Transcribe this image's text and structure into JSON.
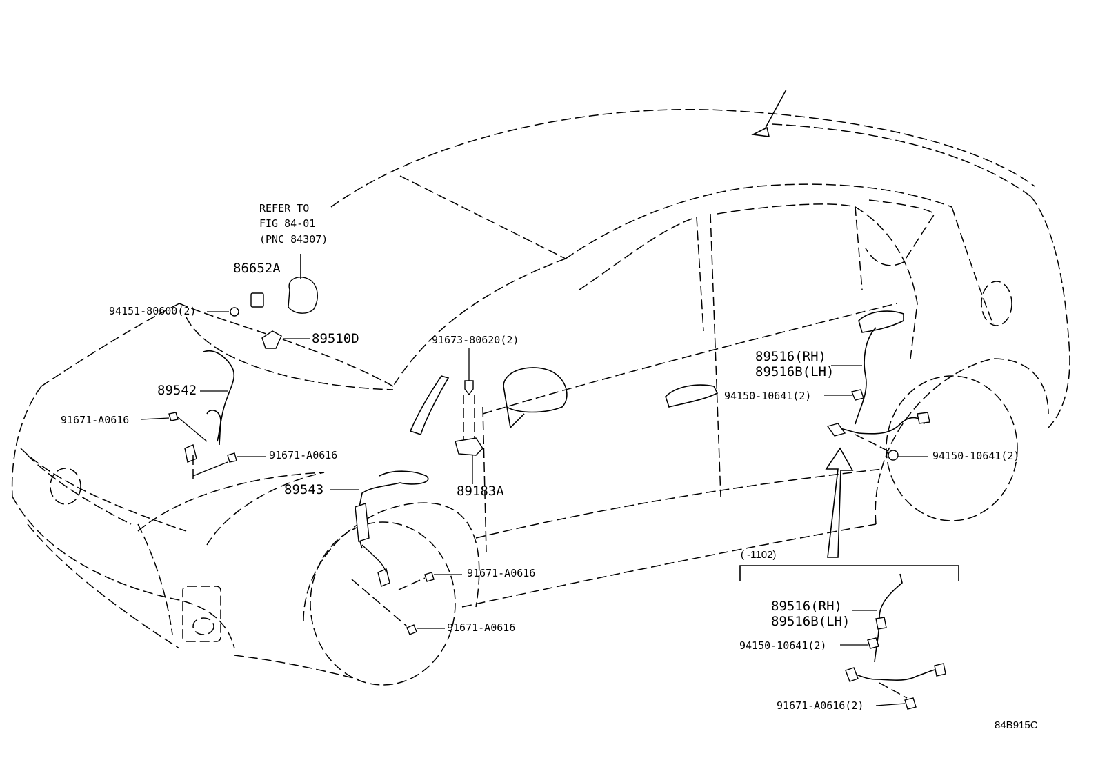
{
  "refer": {
    "line1": "REFER TO",
    "line2": "FIG 84-01",
    "line3": "(PNC 84307)"
  },
  "labels": {
    "p86652a": "86652A",
    "p94151": "94151-80600(2)",
    "p89510d": "89510D",
    "p89542": "89542",
    "p91671_a": "91671-A0616",
    "p91671_b": "91671-A0616",
    "p91673": "91673-80620(2)",
    "p89183a": "89183A",
    "p89543": "89543",
    "p91671_c": "91671-A0616",
    "p91671_d": "91671-A0616",
    "p89516_rh": "89516(RH)",
    "p89516b_lh": "89516B(LH)",
    "p94150_a": "94150-10641(2)",
    "p94150_b": "94150-10641(2)"
  },
  "inset": {
    "range": "(      -1102)",
    "p89516_rh": "89516(RH)",
    "p89516b_lh": "89516B(LH)",
    "p94150": "94150-10641(2)",
    "p91671": "91671-A0616(2)"
  },
  "figure_code": "84B915C"
}
